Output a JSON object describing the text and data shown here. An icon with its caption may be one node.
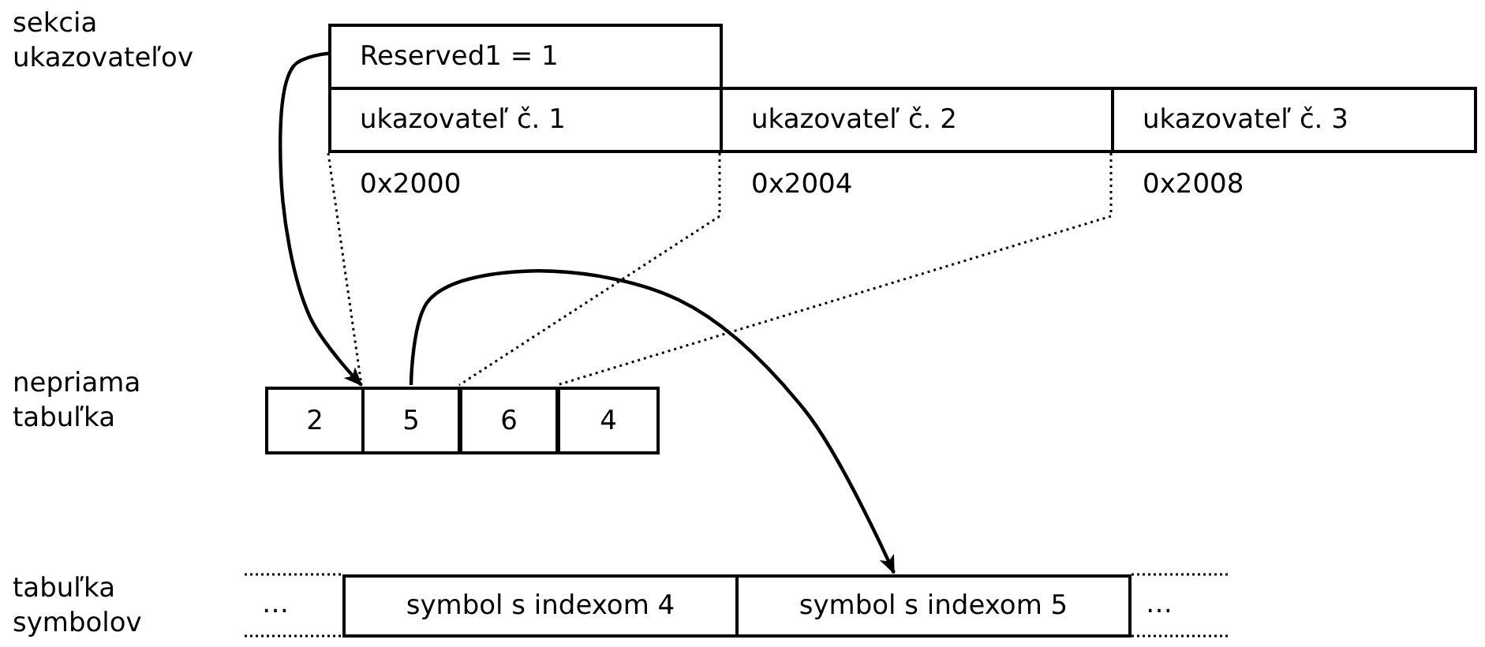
{
  "diagram": {
    "nodes": [
      {
        "text": [
          "Reserved1 = 1"
        ]
      },
      {
        "text": [
          "ukazovateľ č. 1"
        ]
      },
      {
        "text": [
          "ukazovateľ č. 2"
        ]
      },
      {
        "text": [
          "ukazovateľ č. 3"
        ]
      },
      {
        "text": [
          "2"
        ]
      },
      {
        "text": [
          "5"
        ]
      },
      {
        "text": [
          "6"
        ]
      },
      {
        "text": [
          "4"
        ]
      },
      {
        "text": [
          "symbol s indexom 4"
        ]
      },
      {
        "text": [
          "symbol s indexom 5"
        ]
      }
    ],
    "edges": [
      {
        "from": 0,
        "to": 5,
        "arrow": "to"
      },
      {
        "from": 1,
        "to": 5,
        "arrow": "none",
        "style": "dashed"
      },
      {
        "from": 2,
        "to": 6,
        "arrow": "none",
        "style": "dashed"
      },
      {
        "from": 3,
        "to": 7,
        "arrow": "none",
        "style": "dashed"
      },
      {
        "from": 5,
        "to": 9,
        "arrow": "to"
      }
    ],
    "labels": [
      "sekcia ukazovateľov",
      "0x2000",
      "0x2004",
      "0x2008",
      "nepriama tabuľka",
      "tabuľka symbolov",
      "…",
      "…"
    ]
  }
}
